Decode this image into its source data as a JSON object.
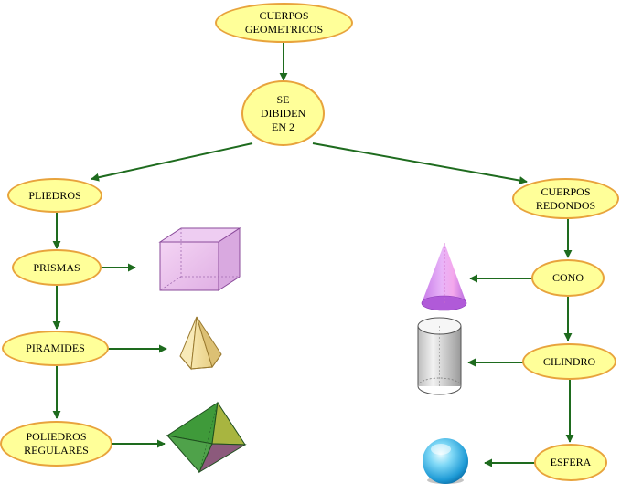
{
  "colors": {
    "node_fill": "#ffff99",
    "node_border": "#e8a33c",
    "arrow": "#1e6b1e"
  },
  "nodes": {
    "cuerpos_geometricos": "CUERPOS\nGEOMETRICOS",
    "se_dividen": "SE\nDIBIDEN\nEN 2",
    "poliedros": "PLIEDROS",
    "cuerpos_redondos": "CUERPOS\nREDONDOS",
    "prismas": "PRISMAS",
    "piramides": "PIRAMIDES",
    "poliedros_regulares": "POLIEDROS\nREGULARES",
    "cono": "CONO",
    "cilindro": "CILINDRO",
    "esfera": "ESFERA"
  },
  "shapes": [
    "cube-icon",
    "pyramid-icon",
    "octahedron-icon",
    "cone-icon",
    "cylinder-icon",
    "sphere-icon"
  ]
}
